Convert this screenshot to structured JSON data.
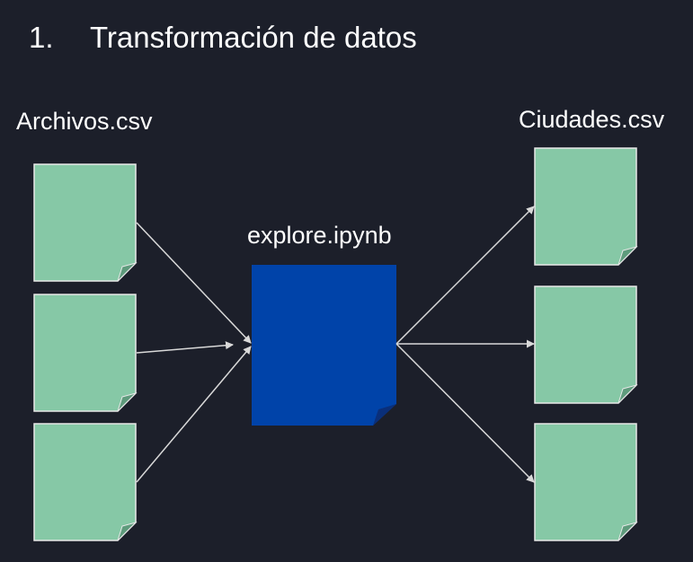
{
  "slide": {
    "number": "1.",
    "title": "Transformación de datos"
  },
  "diagram": {
    "input_label": "Archivos.csv",
    "process_label": "explore.ipynb",
    "output_label": "Ciudades.csv",
    "input_file_count": 3,
    "output_file_count": 3,
    "colors": {
      "background": "#1c1f2a",
      "file": "#86c8a6",
      "file_border": "#e8e8e8",
      "notebook": "#0043a9",
      "notebook_fold": "#0a2f7a",
      "arrow": "#d9d9d9",
      "text": "#ffffff"
    }
  }
}
